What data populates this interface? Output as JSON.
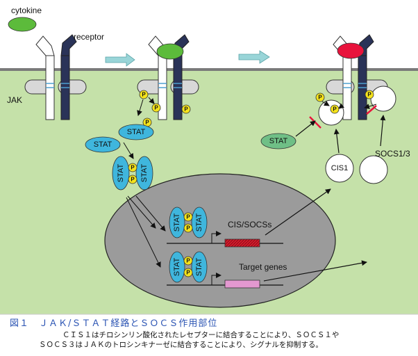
{
  "labels": {
    "cytokine": "cytokine",
    "receptor": "receptor",
    "jak": "JAK",
    "stat": "STAT",
    "phospho": "P",
    "cis_socs": "CIS/SOCSs",
    "target_genes": "Target genes",
    "cis1": "CIS1",
    "socs13": "SOCS1/3"
  },
  "colors": {
    "cell": "#c5e1a9",
    "nucleus": "#9b9b9b",
    "cytokine": "#5cbb3b",
    "cytokine_bound_red": "#e8133c",
    "stat": "#3fb6dd",
    "phospho": "#f5e31c",
    "jak": "#d8d8d8",
    "receptor_dark": "#2a3358",
    "arrow_teal": "#99d5d8",
    "gene_cis": "#d41b2c",
    "gene_target": "#e398d0",
    "caption_blue": "#2a53b3"
  },
  "caption": {
    "title": "図１　ＪＡＫ/ＳＴＡＴ経路とＳＯＣＳ作用部位",
    "line1": "ＣＩＳ１はチロシンリン酸化されたレセプターに結合することにより、ＳＯＣＳ１や",
    "line2": "ＳＯＣＳ３はＪＡＫのトロシンキナーゼに結合することにより、シグナルを抑制する。"
  }
}
